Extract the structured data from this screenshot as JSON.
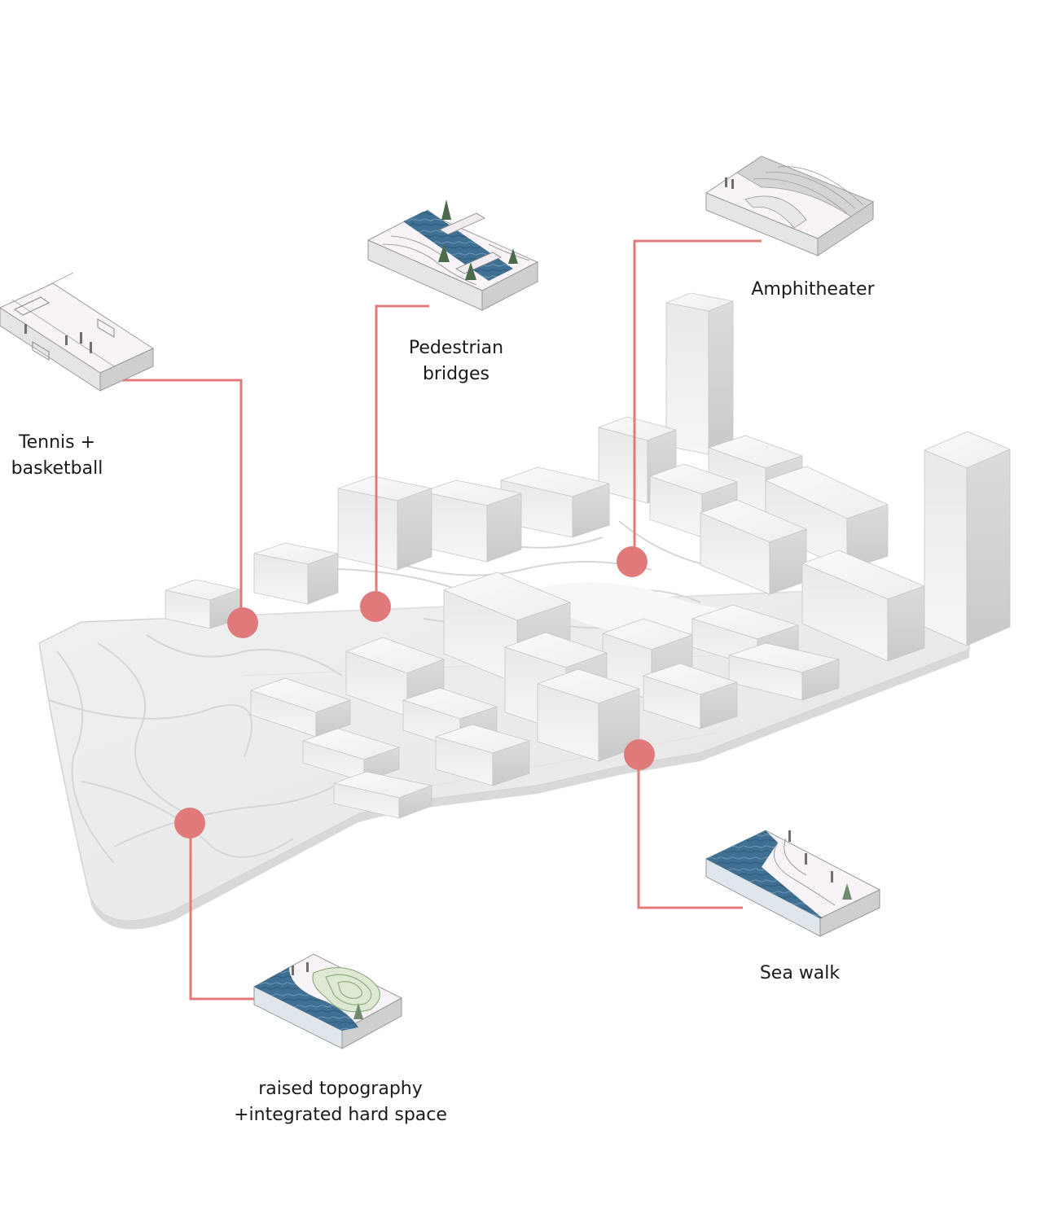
{
  "colors": {
    "callout": "#e07a7a",
    "leader": "#e07b7b",
    "water": "#3e6e90",
    "building": "#f1f1f1",
    "ground": "#ececec"
  },
  "callouts": {
    "tennis": {
      "lines": [
        "Tennis +",
        "basketball"
      ]
    },
    "bridges": {
      "lines": [
        "Pedestrian",
        "bridges"
      ]
    },
    "amphitheater": {
      "lines": [
        "Amphitheater"
      ]
    },
    "seawalk": {
      "lines": [
        "Sea walk"
      ]
    },
    "topography": {
      "lines": [
        "raised topography",
        "+integrated hard space"
      ]
    }
  }
}
